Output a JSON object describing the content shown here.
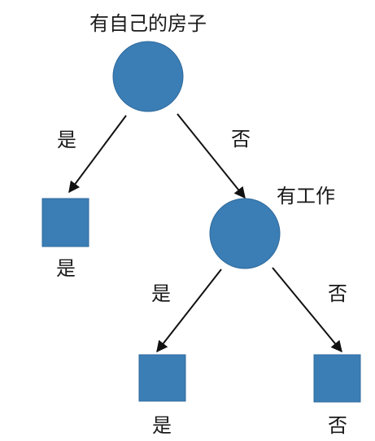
{
  "nodes": {
    "root": {
      "label": "有自己的房子",
      "shape": "circle"
    },
    "leaf_yes_root": {
      "label": "是",
      "shape": "square"
    },
    "work": {
      "label": "有工作",
      "shape": "circle"
    },
    "leaf_yes_work": {
      "label": "是",
      "shape": "square"
    },
    "leaf_no_work": {
      "label": "否",
      "shape": "square"
    }
  },
  "edges": {
    "root_yes": {
      "label": "是",
      "from": "root",
      "to": "leaf_yes_root"
    },
    "root_no": {
      "label": "否",
      "from": "root",
      "to": "work"
    },
    "work_yes": {
      "label": "是",
      "from": "work",
      "to": "leaf_yes_work"
    },
    "work_no": {
      "label": "否",
      "from": "work",
      "to": "leaf_no_work"
    }
  },
  "colors": {
    "node_fill": "#3b7eb5",
    "edge": "#111111",
    "text": "#1a1a1a"
  }
}
